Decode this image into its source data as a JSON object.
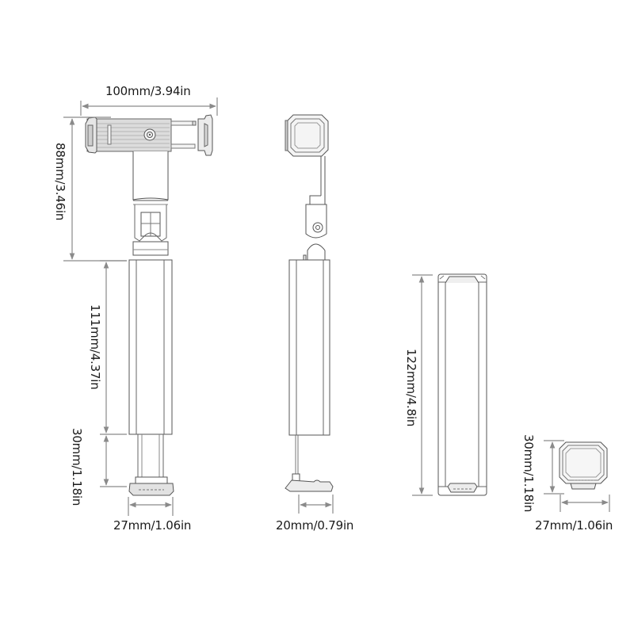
{
  "diagram": {
    "title": "Phone holder selfie stick dimensions",
    "colors": {
      "line": "#555555",
      "dim": "#8a8a8a",
      "fill_light": "#eeeeee",
      "fill_mid": "#d8d8d8",
      "text": "#1a1a1a"
    },
    "views": [
      {
        "name": "front-view-extended",
        "dimensions": {
          "clamp_width": "100mm/3.94in",
          "head_height": "88mm/3.46in",
          "body_length": "111mm/4.37in",
          "leg_extension": "30mm/1.18in",
          "base_width": "27mm/1.06in"
        }
      },
      {
        "name": "side-view-extended",
        "dimensions": {
          "base_depth": "20mm/0.79in"
        }
      },
      {
        "name": "front-view-folded",
        "dimensions": {
          "folded_length": "122mm/4.8in"
        }
      },
      {
        "name": "top-view-folded",
        "dimensions": {
          "height": "30mm/1.18in",
          "width": "27mm/1.06in"
        }
      }
    ]
  }
}
